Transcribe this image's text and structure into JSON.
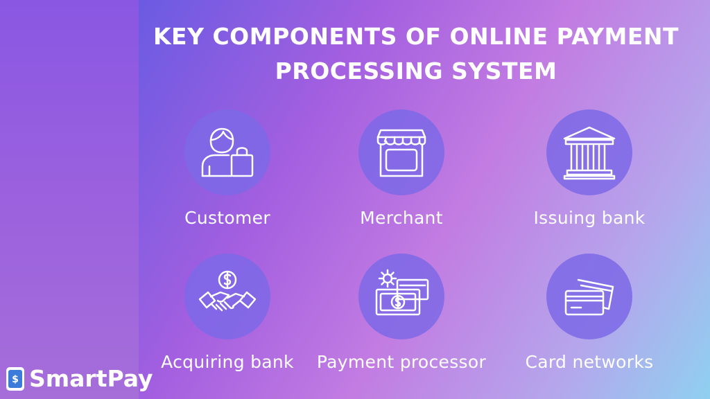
{
  "title": {
    "line1": "KEY COMPONENTS OF ONLINE PAYMENT",
    "line2": "PROCESSING SYSTEM"
  },
  "components": [
    {
      "label": "Customer",
      "icon": "customer-shopping-bag-icon"
    },
    {
      "label": "Merchant",
      "icon": "storefront-icon"
    },
    {
      "label": "Issuing bank",
      "icon": "bank-building-icon"
    },
    {
      "label": "Acquiring bank",
      "icon": "handshake-dollar-icon"
    },
    {
      "label": "Payment processor",
      "icon": "gear-cash-icon"
    },
    {
      "label": "Card networks",
      "icon": "credit-cards-icon"
    }
  ],
  "brand": {
    "name": "SmartPay",
    "logo_icon": "wallet-dollar-icon"
  },
  "colors": {
    "circle": "#7d69e6",
    "text": "#ffffff",
    "accent_blue": "#3b7bd9"
  }
}
